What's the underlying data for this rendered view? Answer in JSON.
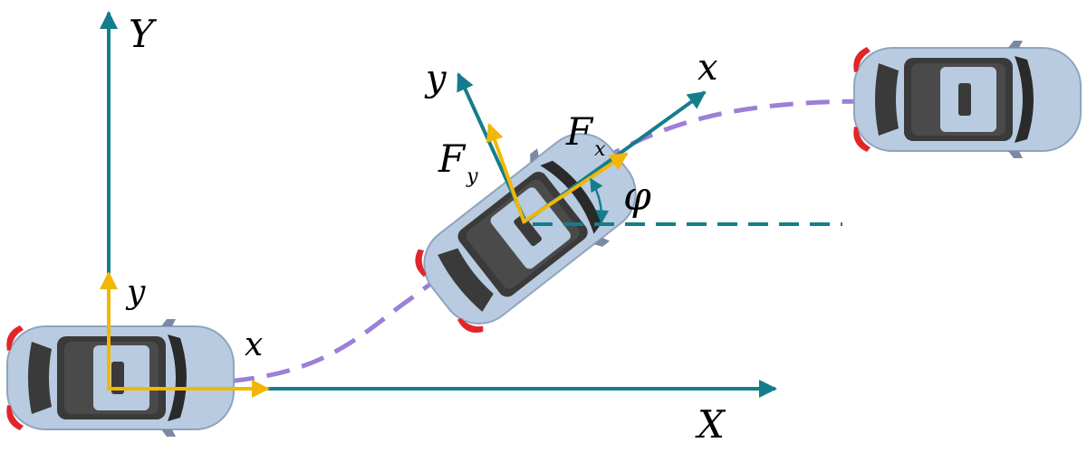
{
  "labels": {
    "global_y": "Y",
    "global_x": "X",
    "start_local_x": "x",
    "start_local_y": "y",
    "mid_local_x": "x",
    "mid_local_y": "y",
    "force_x_main": "F",
    "force_x_sub": "x",
    "force_y_main": "F",
    "force_y_sub": "y",
    "angle": "φ"
  },
  "colors": {
    "axis": "#147d8c",
    "force": "#f2b705",
    "trajectory": "#9b7fd8",
    "car_body": "#b9cbe0",
    "car_glass": "#3a3a3a",
    "tail_light": "#e0262b"
  },
  "icons": {
    "car": "car-top-view-icon"
  }
}
